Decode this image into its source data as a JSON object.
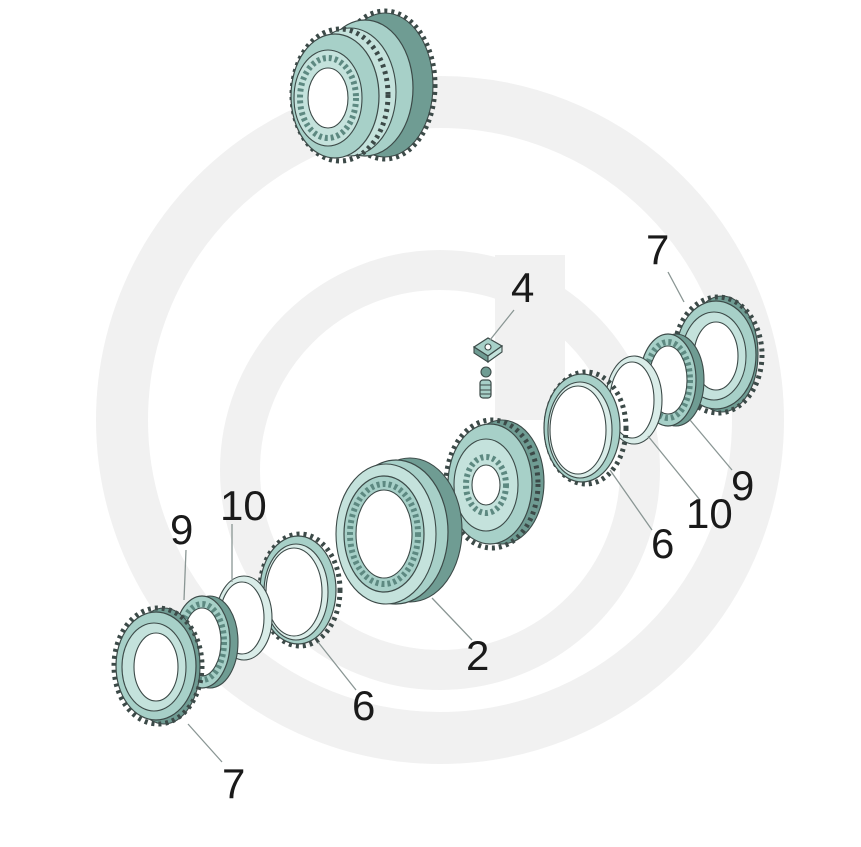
{
  "diagram": {
    "labels": {
      "part_2": "2",
      "part_4": "4",
      "part_6_left": "6",
      "part_6_right": "6",
      "part_7_left": "7",
      "part_7_right": "7",
      "part_9_left": "9",
      "part_9_right": "9",
      "part_10_left": "10",
      "part_10_right": "10"
    },
    "colors": {
      "part_fill": "#a7d0c8",
      "part_face": "#c4e2dc",
      "part_shadow": "#6f9c93",
      "outline": "#3c4a48",
      "leader_line": "#8a9694",
      "watermark": "#f0f0f0"
    },
    "watermark_icon": "circular-logo-watermark"
  }
}
